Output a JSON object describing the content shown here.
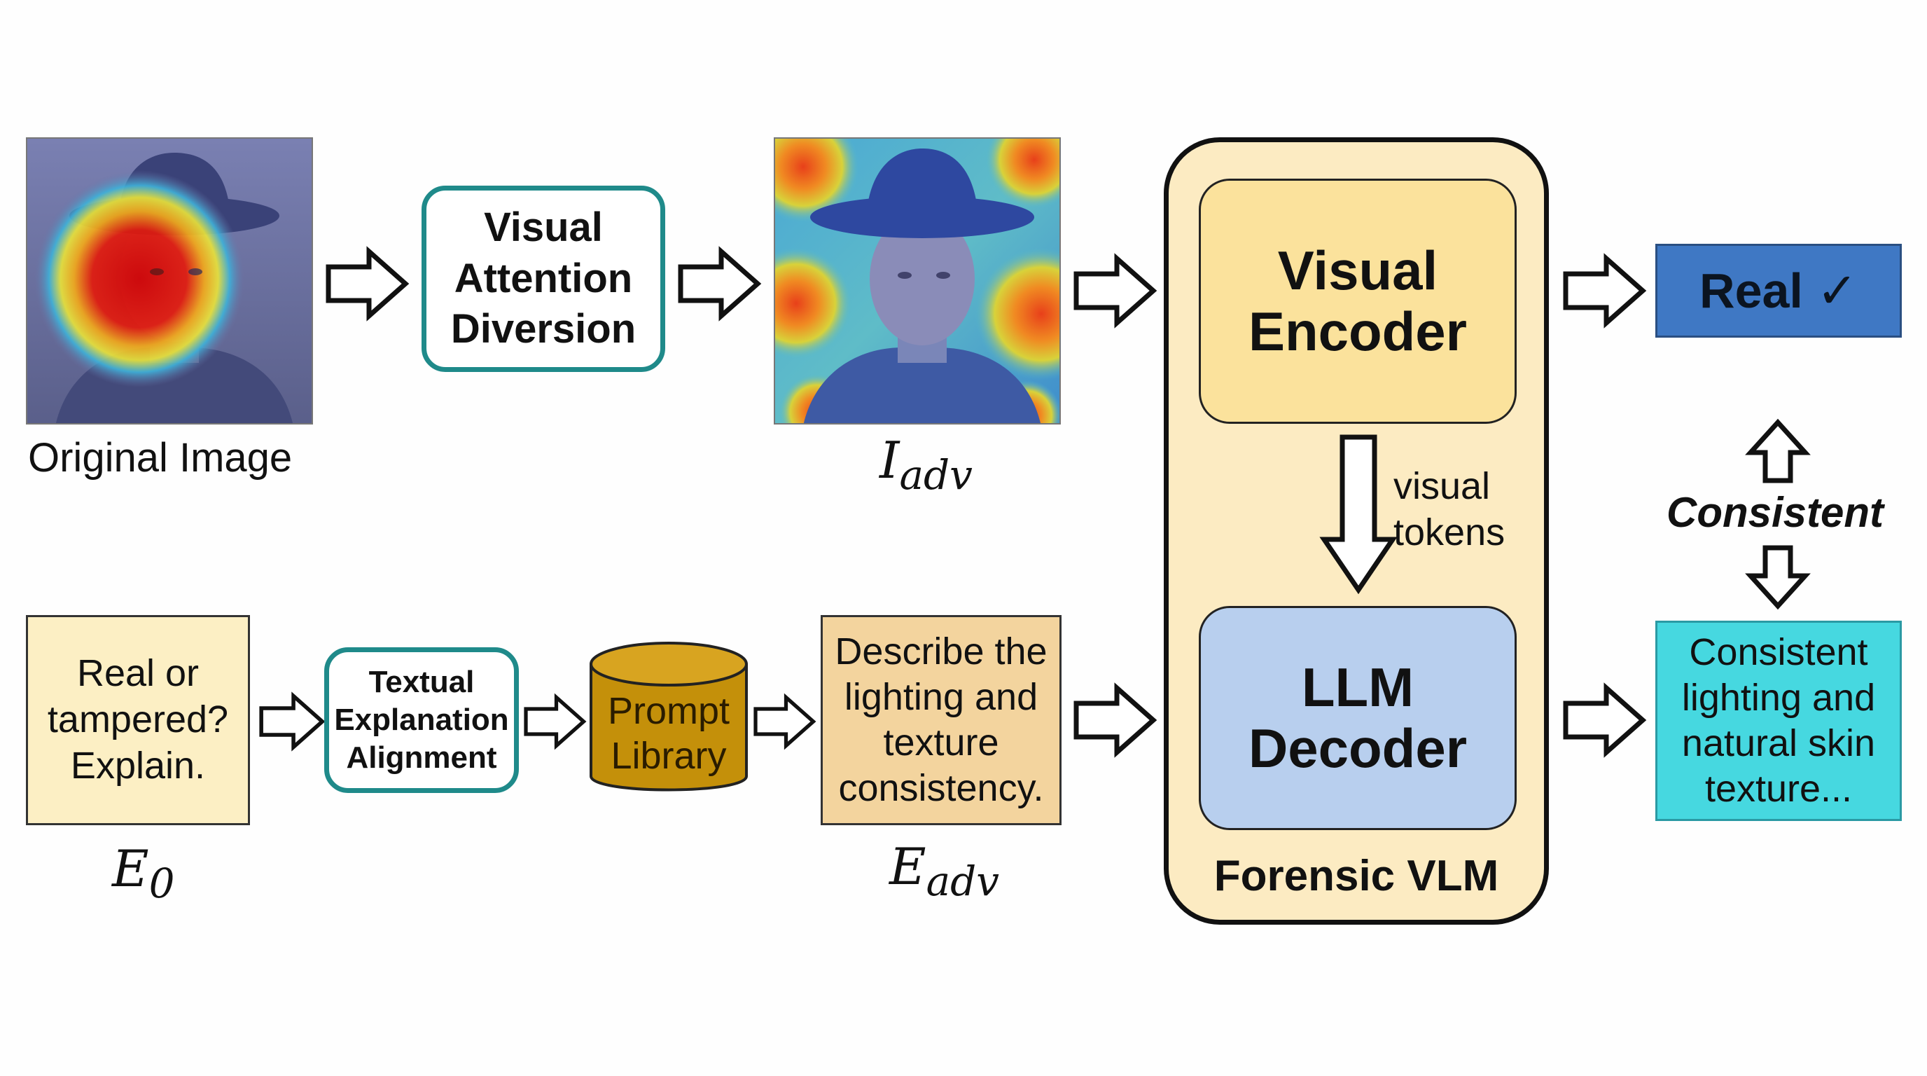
{
  "top_row": {
    "original_caption": "Original Image",
    "vad_label": "Visual\nAttention\nDiversion",
    "iadv_symbol": "I",
    "iadv_sub": "adv"
  },
  "bottom_row": {
    "e0_text": "Real or\ntampered?\nExplain.",
    "e0_symbol": "E",
    "e0_sub": "0",
    "tea_label": "Textual\nExplanation\nAlignment",
    "prompt_library_label": "Prompt\nLibrary",
    "eadv_text": "Describe the\nlighting and\ntexture\nconsistency.",
    "eadv_symbol": "E",
    "eadv_sub": "adv"
  },
  "vlm": {
    "encoder_label": "Visual\nEncoder",
    "tokens_label": "visual\ntokens",
    "decoder_label": "LLM\nDecoder",
    "title": "Forensic VLM"
  },
  "outputs": {
    "real_label": "Real ✓",
    "consistent_label": "Consistent",
    "explanation_text": "Consistent\nlighting and\nnatural skin\ntexture..."
  },
  "colors": {
    "teal_border": "#1f8a8a",
    "vlm_fill": "#fcebc2",
    "encoder_fill": "#fbe29c",
    "decoder_fill": "#b8cfee",
    "real_fill": "#3f78c4",
    "explanation_fill": "#46d8e0",
    "e0_fill": "#fcefc4",
    "eadv_fill": "#f3d49e",
    "prompt_library_fill": "#c4900a"
  }
}
